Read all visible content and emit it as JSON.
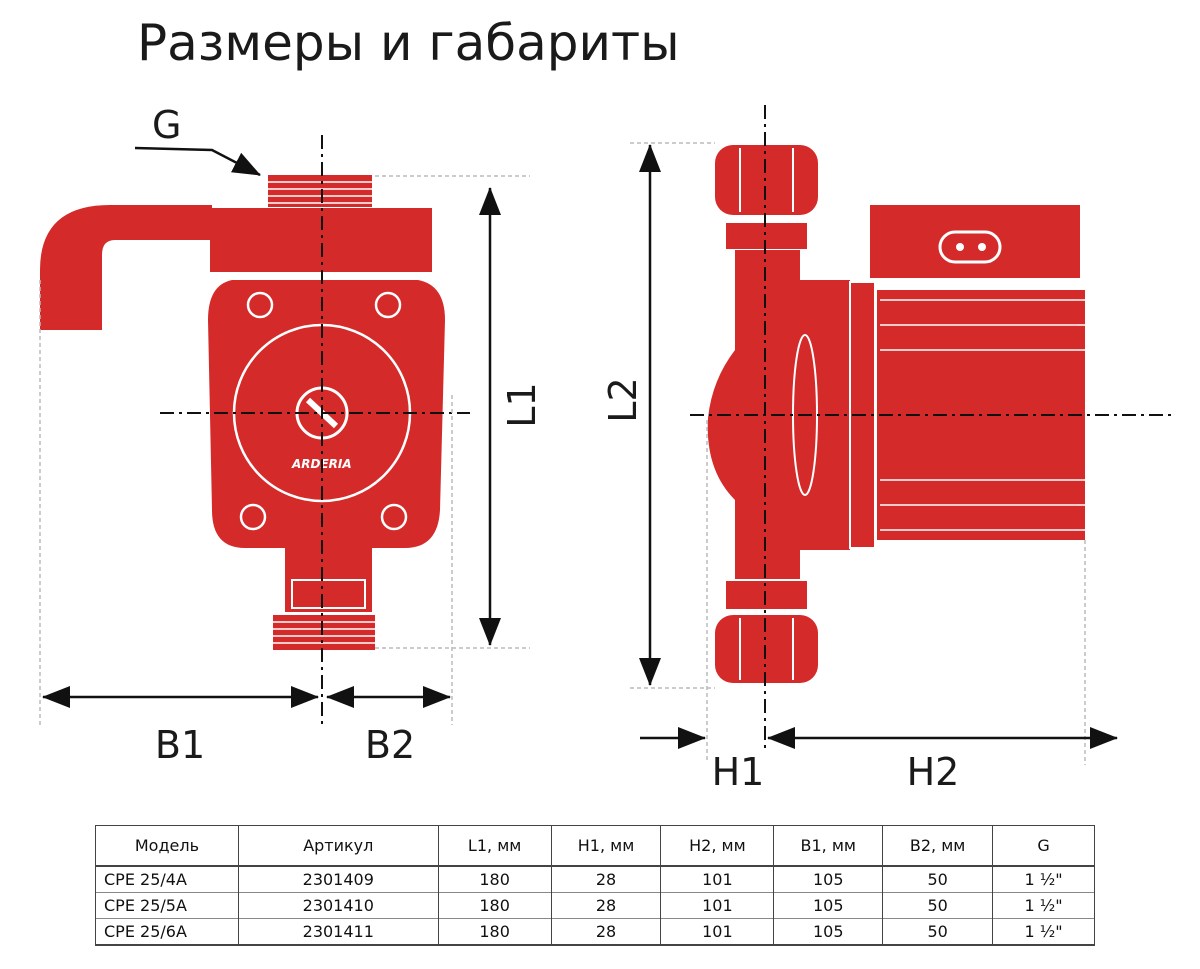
{
  "title": "Размеры и габариты",
  "brand_logo": "ARDERIA",
  "colors": {
    "pump_red": "#d42a2a",
    "line": "#111111"
  },
  "labels": {
    "G": "G",
    "L1": "L1",
    "L2": "L2",
    "B1": "B1",
    "B2": "B2",
    "H1": "H1",
    "H2": "H2"
  },
  "table": {
    "headers": [
      "Модель",
      "Артикул",
      "L1, мм",
      "H1, мм",
      "H2, мм",
      "B1, мм",
      "B2, мм",
      "G"
    ],
    "rows": [
      [
        "CPE 25/4A",
        "2301409",
        "180",
        "28",
        "101",
        "105",
        "50",
        "1  ½\""
      ],
      [
        "CPE 25/5A",
        "2301410",
        "180",
        "28",
        "101",
        "105",
        "50",
        "1  ½\""
      ],
      [
        "CPE 25/6A",
        "2301411",
        "180",
        "28",
        "101",
        "105",
        "50",
        "1  ½\""
      ]
    ]
  }
}
